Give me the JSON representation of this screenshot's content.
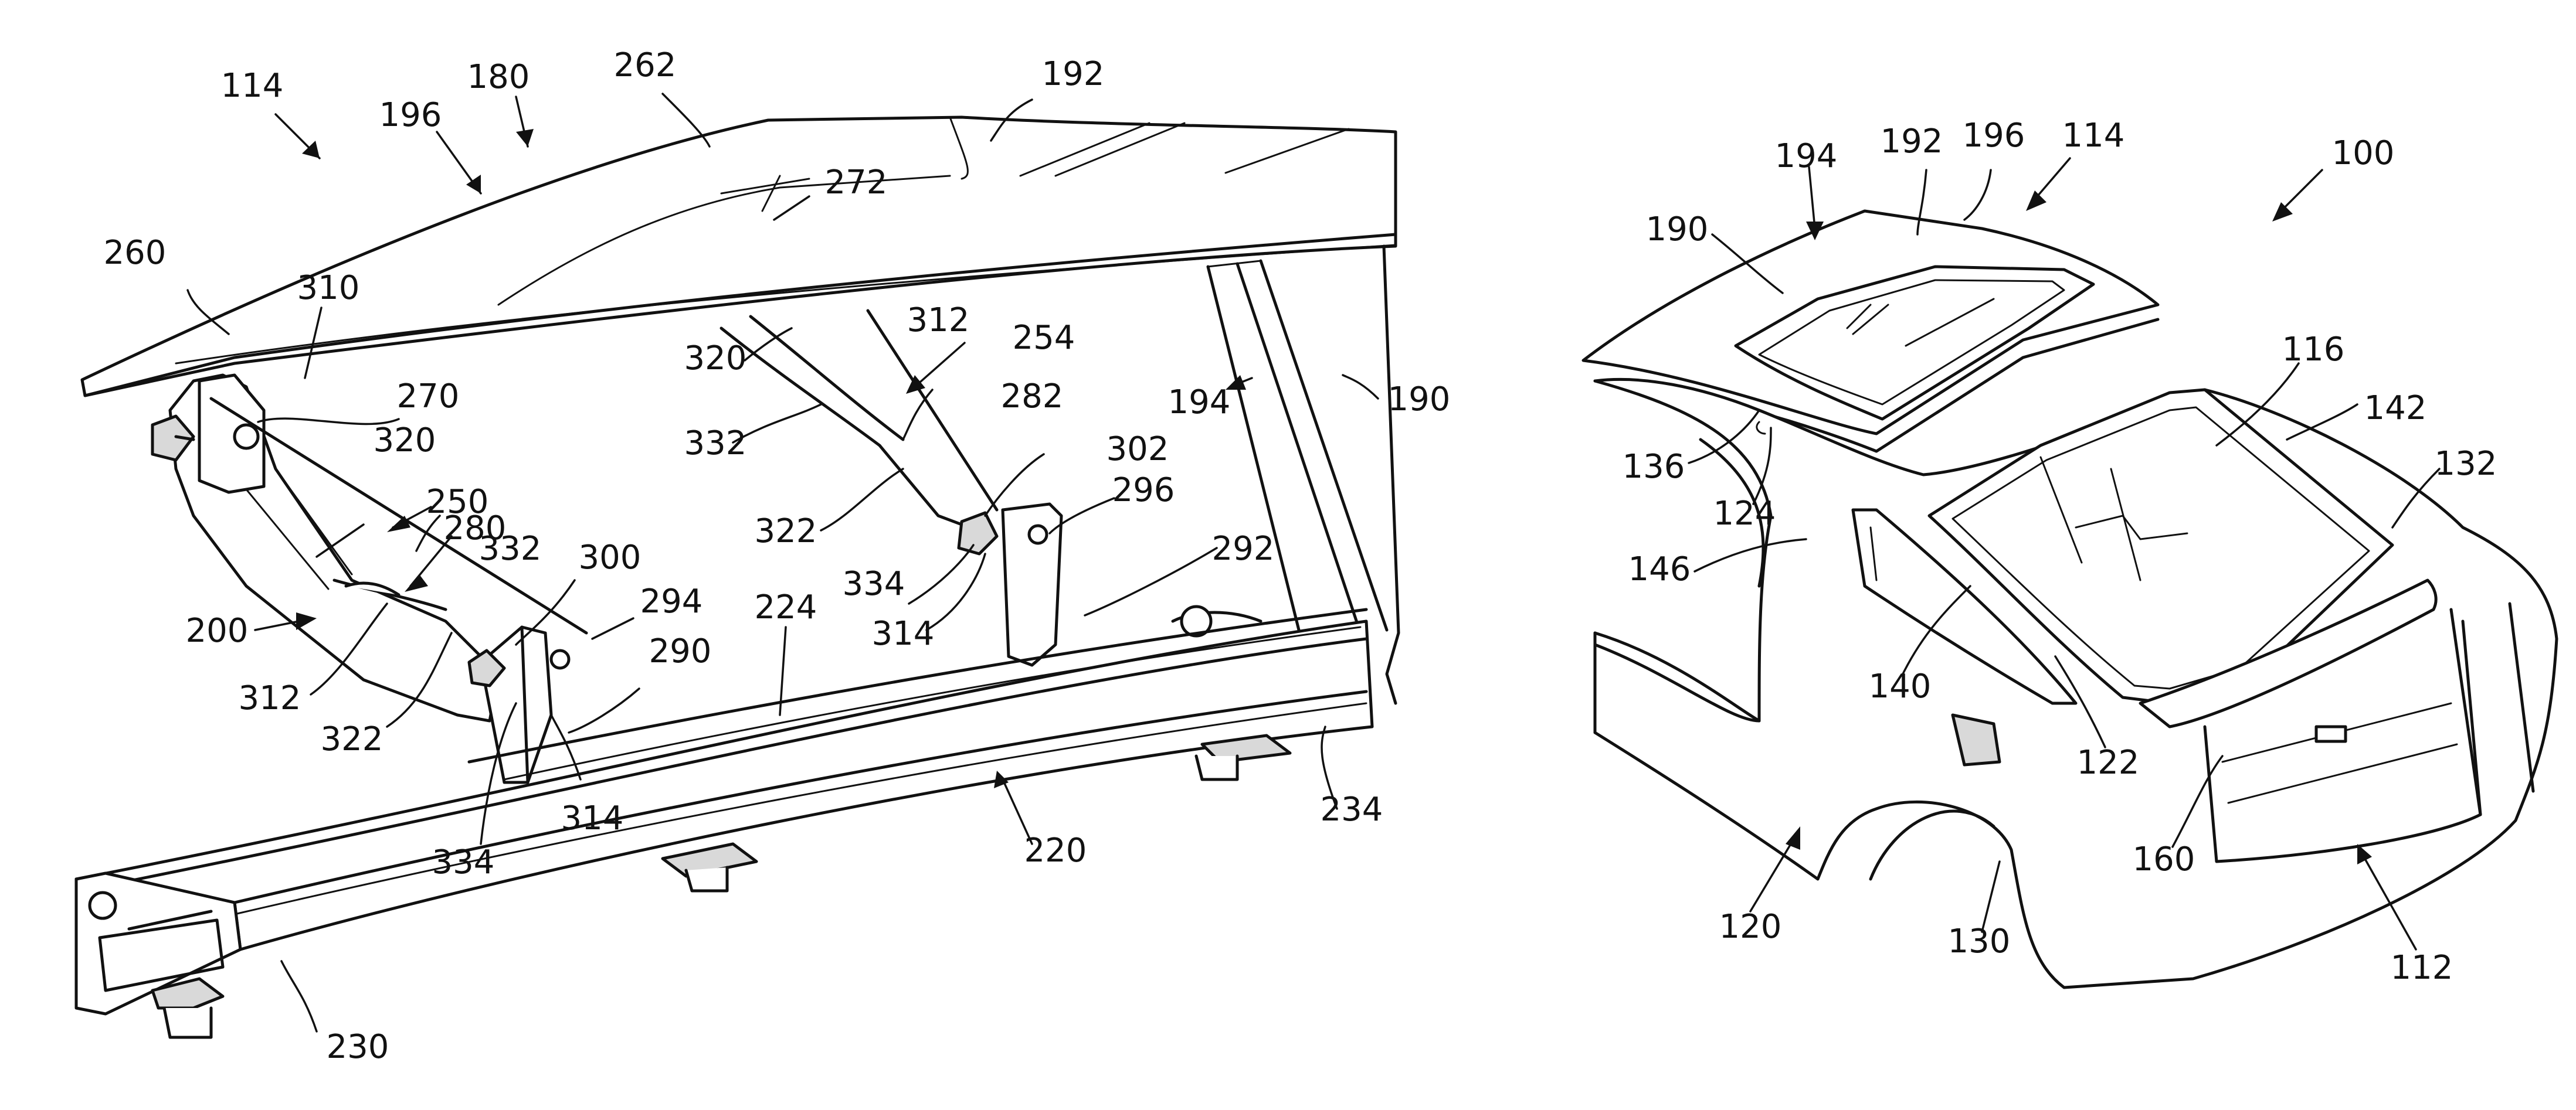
{
  "figure": {
    "left_view": {
      "labels": [
        "114",
        "180",
        "196",
        "262",
        "192",
        "272",
        "260",
        "310",
        "270",
        "320",
        "250",
        "280",
        "332",
        "300",
        "294",
        "290",
        "224",
        "200",
        "312",
        "322",
        "314",
        "334",
        "220",
        "234",
        "230",
        "254",
        "282",
        "302",
        "296",
        "292",
        "194",
        "190"
      ]
    },
    "right_view": {
      "labels": [
        "194",
        "192",
        "196",
        "114",
        "100",
        "190",
        "116",
        "142",
        "132",
        "136",
        "124",
        "146",
        "140",
        "122",
        "160",
        "120",
        "130",
        "112"
      ]
    }
  },
  "colors": {
    "line": "#111111",
    "background": "#ffffff",
    "shade": "#d9d9d9"
  }
}
